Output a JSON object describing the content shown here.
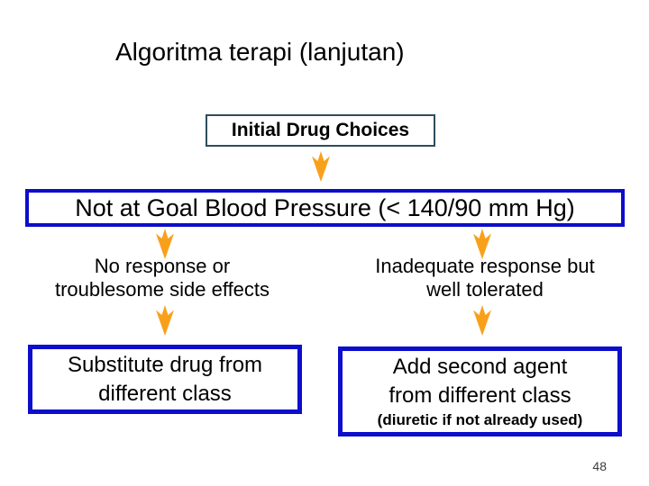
{
  "slide": {
    "title": "Algoritma terapi (lanjutan)",
    "page_number": "48"
  },
  "flowchart": {
    "initial_label": "Initial Drug Choices",
    "goal_label": "Not at Goal Blood Pressure (< 140/90 mm Hg)",
    "left": {
      "condition": [
        "No response or",
        "troublesome side effects"
      ],
      "action": [
        "Substitute drug from",
        "different class"
      ]
    },
    "right": {
      "condition": [
        "Inadequate response but",
        "well tolerated"
      ],
      "action": [
        "Add second agent",
        "from different class"
      ],
      "note": "(diuretic if not already used)"
    }
  },
  "icons": {
    "connector": "down-arrow-icon"
  },
  "colors": {
    "arrow_orange": "#F9A01B",
    "action_box_border_blue": "#0D0DCC",
    "initial_box_border_slate": "#2E4D5C"
  }
}
